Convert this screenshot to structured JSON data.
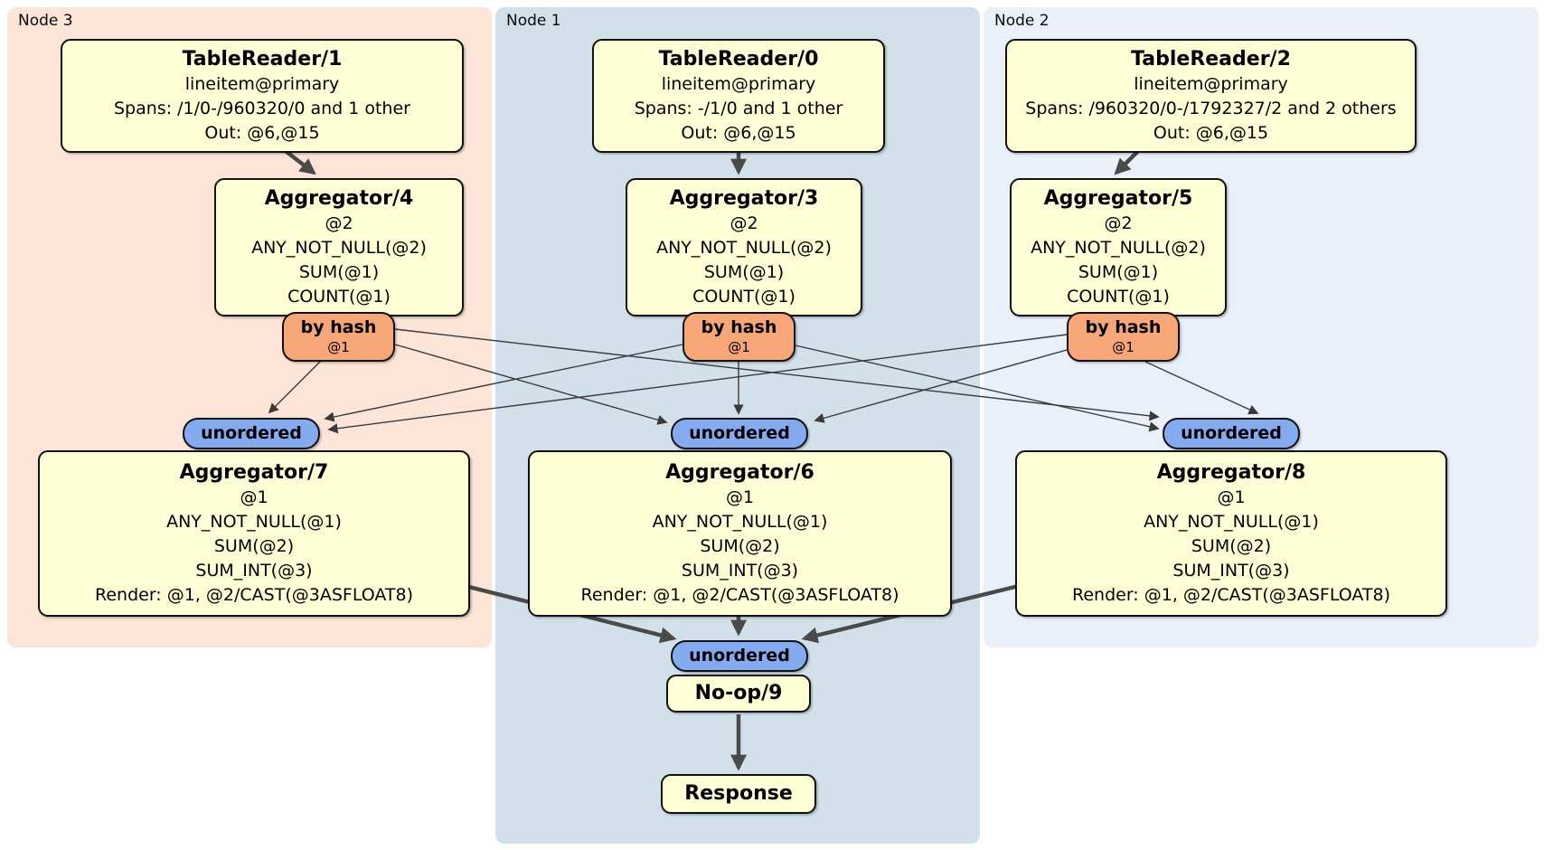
{
  "diagram_type": "distributed query plan",
  "colors": {
    "node3_bg": "#fce4d6",
    "node1_bg": "#d2e0ea",
    "node2_bg": "#eaf0fa",
    "processor_box_bg": "#ffffd6",
    "hash_router_bg": "#f6a677",
    "stream_pill_bg": "#84aaf0",
    "edge_color": "#4a4a4a"
  },
  "nodes": {
    "node3": {
      "label": "Node 3",
      "tablereader": {
        "title": "TableReader/1",
        "lines": [
          "lineitem@primary",
          "Spans: /1/0-/960320/0 and 1 other",
          "Out: @6,@15"
        ]
      },
      "aggregator_top": {
        "title": "Aggregator/4",
        "lines": [
          "@2",
          "ANY_NOT_NULL(@2)",
          "SUM(@1)",
          "COUNT(@1)"
        ]
      },
      "hash_router": {
        "label": "by hash",
        "key": "@1"
      },
      "stream": {
        "label": "unordered"
      },
      "aggregator_bottom": {
        "title": "Aggregator/7",
        "lines": [
          "@1",
          "ANY_NOT_NULL(@1)",
          "SUM(@2)",
          "SUM_INT(@3)",
          "Render: @1, @2/CAST(@3ASFLOAT8)"
        ]
      }
    },
    "node1": {
      "label": "Node 1",
      "tablereader": {
        "title": "TableReader/0",
        "lines": [
          "lineitem@primary",
          "Spans: -/1/0 and 1 other",
          "Out: @6,@15"
        ]
      },
      "aggregator_top": {
        "title": "Aggregator/3",
        "lines": [
          "@2",
          "ANY_NOT_NULL(@2)",
          "SUM(@1)",
          "COUNT(@1)"
        ]
      },
      "hash_router": {
        "label": "by hash",
        "key": "@1"
      },
      "stream": {
        "label": "unordered"
      },
      "aggregator_bottom": {
        "title": "Aggregator/6",
        "lines": [
          "@1",
          "ANY_NOT_NULL(@1)",
          "SUM(@2)",
          "SUM_INT(@3)",
          "Render: @1, @2/CAST(@3ASFLOAT8)"
        ]
      },
      "final_stream": {
        "label": "unordered"
      },
      "noop": {
        "title": "No-op/9"
      },
      "response": {
        "title": "Response"
      }
    },
    "node2": {
      "label": "Node 2",
      "tablereader": {
        "title": "TableReader/2",
        "lines": [
          "lineitem@primary",
          "Spans: /960320/0-/1792327/2 and 2 others",
          "Out: @6,@15"
        ]
      },
      "aggregator_top": {
        "title": "Aggregator/5",
        "lines": [
          "@2",
          "ANY_NOT_NULL(@2)",
          "SUM(@1)",
          "COUNT(@1)"
        ]
      },
      "hash_router": {
        "label": "by hash",
        "key": "@1"
      },
      "stream": {
        "label": "unordered"
      },
      "aggregator_bottom": {
        "title": "Aggregator/8",
        "lines": [
          "@1",
          "ANY_NOT_NULL(@1)",
          "SUM(@2)",
          "SUM_INT(@3)",
          "Render: @1, @2/CAST(@3ASFLOAT8)"
        ]
      }
    }
  },
  "edges": [
    {
      "from": "TableReader/1",
      "to": "Aggregator/4"
    },
    {
      "from": "TableReader/0",
      "to": "Aggregator/3"
    },
    {
      "from": "TableReader/2",
      "to": "Aggregator/5"
    },
    {
      "from": "by hash (Node 3)",
      "to": "unordered (Node 3)"
    },
    {
      "from": "by hash (Node 3)",
      "to": "unordered (Node 1)"
    },
    {
      "from": "by hash (Node 3)",
      "to": "unordered (Node 2)"
    },
    {
      "from": "by hash (Node 1)",
      "to": "unordered (Node 3)"
    },
    {
      "from": "by hash (Node 1)",
      "to": "unordered (Node 1)"
    },
    {
      "from": "by hash (Node 1)",
      "to": "unordered (Node 2)"
    },
    {
      "from": "by hash (Node 2)",
      "to": "unordered (Node 3)"
    },
    {
      "from": "by hash (Node 2)",
      "to": "unordered (Node 1)"
    },
    {
      "from": "by hash (Node 2)",
      "to": "unordered (Node 2)"
    },
    {
      "from": "Aggregator/7",
      "to": "unordered (final)"
    },
    {
      "from": "Aggregator/6",
      "to": "unordered (final)"
    },
    {
      "from": "Aggregator/8",
      "to": "unordered (final)"
    },
    {
      "from": "No-op/9",
      "to": "Response"
    }
  ]
}
